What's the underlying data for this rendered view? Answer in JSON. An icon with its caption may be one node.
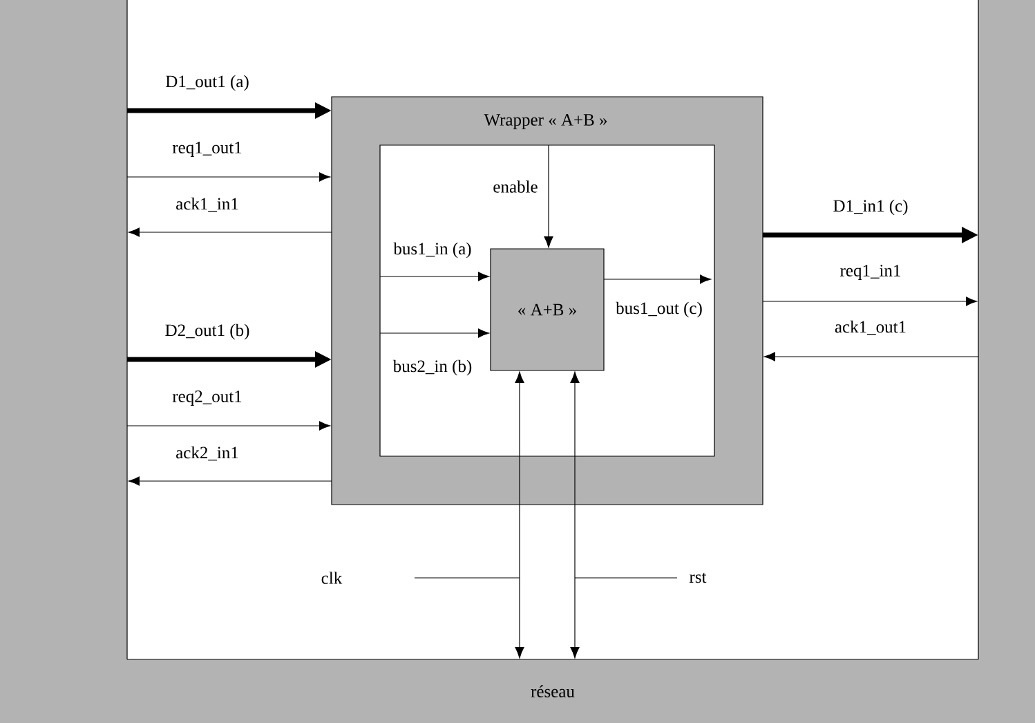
{
  "diagram": {
    "nodes": [
      {
        "text": [],
        "shape": "bar"
      },
      {
        "text": [
          "Wrapper « A+B »"
        ]
      },
      {
        "text": [],
        "shape": "box",
        "in": 1
      },
      {
        "text": [
          "« A+B »"
        ],
        "in": 2
      },
      {
        "text": [],
        "shape": "bar"
      },
      {
        "text": [
          "réseau"
        ]
      }
    ],
    "edges": [
      {
        "from": 0,
        "to": 1,
        "arrow": "to",
        "label": "D1_out1 (a)",
        "style": "thick"
      },
      {
        "from": 0,
        "to": 1,
        "arrow": "to",
        "label": "req1_out1"
      },
      {
        "from": 1,
        "to": 0,
        "arrow": "to",
        "label": "ack1_in1"
      },
      {
        "from": 0,
        "to": 1,
        "arrow": "to",
        "label": "D2_out1 (b)",
        "style": "thick"
      },
      {
        "from": 0,
        "to": 1,
        "arrow": "to",
        "label": "req2_out1"
      },
      {
        "from": 1,
        "to": 0,
        "arrow": "to",
        "label": "ack2_in1"
      },
      {
        "from": 1,
        "to": 4,
        "arrow": "to",
        "label": "D1_in1 (c)",
        "style": "thick"
      },
      {
        "from": 1,
        "to": 4,
        "arrow": "to",
        "label": "req1_in1"
      },
      {
        "from": 4,
        "to": 1,
        "arrow": "to",
        "label": "ack1_out1"
      },
      {
        "from": 2,
        "to": 3,
        "arrow": "to",
        "label": "bus1_in (a)"
      },
      {
        "from": 2,
        "to": 3,
        "arrow": "to",
        "label": "bus2_in (b)"
      },
      {
        "from": 2,
        "to": 3,
        "arrow": "to",
        "label": "enable"
      },
      {
        "from": 3,
        "to": null,
        "arrow": "to",
        "label": "bus1_out (c)"
      },
      {
        "from": 3,
        "to": 5,
        "arrow": "both"
      },
      {
        "from": 3,
        "to": 5,
        "arrow": "both"
      }
    ],
    "labels": [
      "clk",
      "rst"
    ]
  }
}
